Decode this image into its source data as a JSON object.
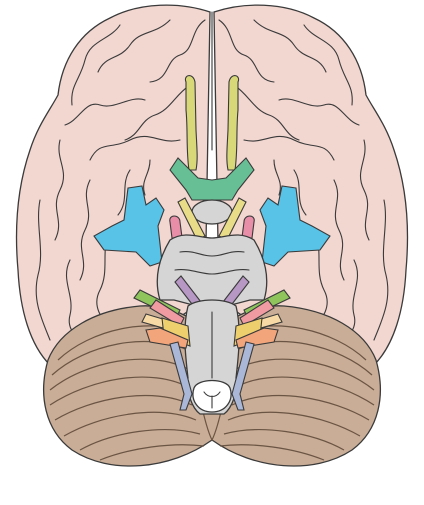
{
  "colors": {
    "background": "#ffffff",
    "cerebrum": "#f2d6d0",
    "cerebellum": "#c9ad96",
    "brainstem": "#d5d5d5",
    "olfactory": "#d8d878",
    "optic": "#67c095",
    "oculomotor": "#e9dc88",
    "trochlear": "#e98ea8",
    "trigeminal": "#58c2e7",
    "abducens": "#b797c4",
    "facial": "#8fc45d",
    "vestibulocochlear": "#f09aa2",
    "glossopharyngeal": "#f6d9a5",
    "vagus": "#eecf6d",
    "accessory": "#aab7d6",
    "hypoglossal": "#f2a57b"
  },
  "structures": [
    {
      "name": "olfactory-nerve-icon",
      "color_key": "olfactory"
    },
    {
      "name": "optic-chiasm-icon",
      "color_key": "optic"
    },
    {
      "name": "oculomotor-nerve-icon",
      "color_key": "oculomotor"
    },
    {
      "name": "trochlear-nerve-icon",
      "color_key": "trochlear"
    },
    {
      "name": "trigeminal-nerve-icon",
      "color_key": "trigeminal"
    },
    {
      "name": "abducens-nerve-icon",
      "color_key": "abducens"
    },
    {
      "name": "facial-nerve-icon",
      "color_key": "facial"
    },
    {
      "name": "vestibulocochlear-nerve-icon",
      "color_key": "vestibulocochlear"
    },
    {
      "name": "glossopharyngeal-nerve-icon",
      "color_key": "glossopharyngeal"
    },
    {
      "name": "vagus-nerve-icon",
      "color_key": "vagus"
    },
    {
      "name": "accessory-nerve-icon",
      "color_key": "accessory"
    },
    {
      "name": "hypoglossal-nerve-icon",
      "color_key": "hypoglossal"
    }
  ]
}
